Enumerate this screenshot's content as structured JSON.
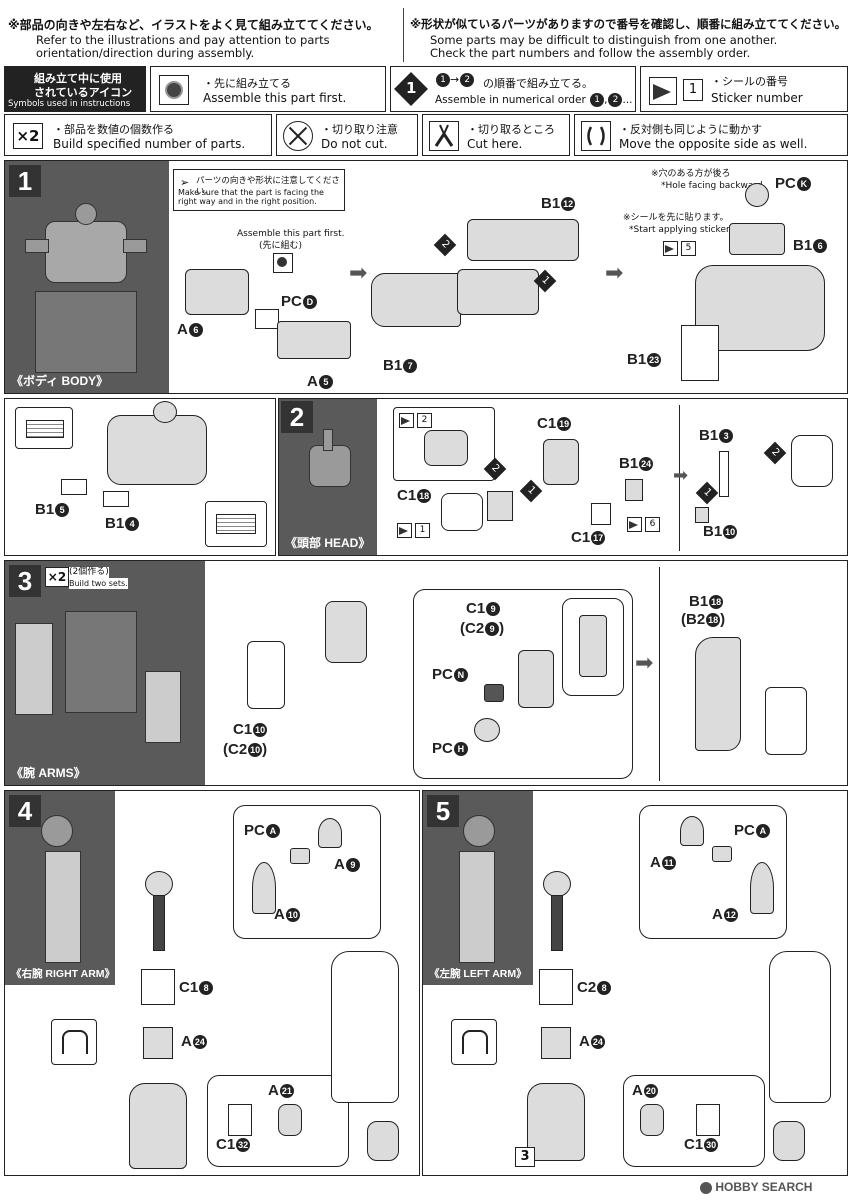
{
  "header": {
    "left_jp": "※部品の向きや左右など、イラストをよく見て組み立ててください。",
    "left_en1": "Refer to the illustrations and pay attention to parts",
    "left_en2": "orientation/direction during assembly.",
    "right_jp": "※形状が似ているパーツがありますので番号を確認し、順番に組み立ててください。",
    "right_en1": "Some parts may be difficult to distinguish from one another.",
    "right_en2": "Check the part numbers and follow the assembly order."
  },
  "symbols": {
    "title_jp1": "組み立て中に使用",
    "title_jp2": "されているアイコン",
    "title_en": "Symbols used in instructions",
    "first_jp": "・先に組み立てる",
    "first_en": "Assemble this part first.",
    "order_jp": "の順番で組み立てる。",
    "order_en": "Assemble in numerical order",
    "order_n1": "1",
    "order_n2": "2",
    "sticker_num": "1",
    "sticker_jp": "・シールの番号",
    "sticker_en": "Sticker number",
    "x2_label": "×2",
    "x2_jp": "・部品を数値の個数作る",
    "x2_en": "Build specified number of parts.",
    "nocut_jp": "・切り取り注意",
    "nocut_en": "Do not cut.",
    "cut_jp": "・切り取るところ",
    "cut_en": "Cut here.",
    "opp_jp": "・反対側も同じように動かす",
    "opp_en": "Move the opposite side as well."
  },
  "step1": {
    "num": "1",
    "caption": "《ボディ BODY》",
    "note_jp": "パーツの向きや形状に注意してください。",
    "note_en": "Make sure that the part is facing the right way and in the right position.",
    "first_en": "Assemble this part first.",
    "first_jp": "(先に組む)",
    "hole_jp": "※穴のある方が後ろ",
    "hole_en": "*Hole facing backward",
    "sticker_jp": "※シールを先に貼ります。",
    "sticker_en": "*Start applying stickers first.",
    "sticker_num": "5",
    "labels": {
      "pcd": "PC",
      "pcd_n": "D",
      "a6": "A",
      "a6_n": "6",
      "a5": "A",
      "a5_n": "5",
      "b12": "B1",
      "b12_n": "12",
      "b17": "B1",
      "b17_n": "7",
      "pck": "PC",
      "pck_n": "K",
      "b16": "B1",
      "b16_n": "6",
      "b123": "B1",
      "b123_n": "23"
    },
    "order1": "1",
    "order2": "2"
  },
  "step1b": {
    "labels": {
      "b15": "B1",
      "b15_n": "5",
      "b14": "B1",
      "b14_n": "4"
    }
  },
  "step2": {
    "num": "2",
    "caption": "《頭部 HEAD》",
    "labels": {
      "c19": "C1",
      "c19_n": "19",
      "c18": "C1",
      "c18_n": "18",
      "b124": "B1",
      "b124_n": "24",
      "c17": "C1",
      "c17_n": "17",
      "b13": "B1",
      "b13_n": "3",
      "b10": "B1",
      "b10_n": "10"
    },
    "stickers": [
      "2",
      "1",
      "6"
    ],
    "order1": "1",
    "order2": "2"
  },
  "step3": {
    "num": "3",
    "x2_label": "×2",
    "x2_jp": "(2個作る)",
    "x2_en": "Build two sets.",
    "caption": "《腕 ARMS》",
    "labels": {
      "c19": "C1",
      "c19_n": "9",
      "c29": "(C2",
      "c29_n": "9",
      "c29_close": ")",
      "pcn": "PC",
      "pcn_n": "N",
      "pch": "PC",
      "pch_n": "H",
      "c110": "C1",
      "c110_n": "10",
      "c210": "(C2",
      "c210_n": "10",
      "c210_close": ")",
      "b118": "B1",
      "b118_n": "18",
      "b218": "(B2",
      "b218_n": "18",
      "b218_close": ")"
    }
  },
  "step4": {
    "num": "4",
    "caption": "《右腕 RIGHT ARM》",
    "labels": {
      "pca": "PC",
      "pca_n": "A",
      "a9": "A",
      "a9_n": "9",
      "a10": "A",
      "a10_n": "10",
      "c18": "C1",
      "c18_n": "8",
      "a24": "A",
      "a24_n": "24",
      "a21": "A",
      "a21_n": "21",
      "c132": "C1",
      "c132_n": "32"
    }
  },
  "step5": {
    "num": "5",
    "caption": "《左腕 LEFT ARM》",
    "labels": {
      "pca": "PC",
      "pca_n": "A",
      "a11": "A",
      "a11_n": "11",
      "a12": "A",
      "a12_n": "12",
      "c28": "C2",
      "c28_n": "8",
      "a24": "A",
      "a24_n": "24",
      "a20": "A",
      "a20_n": "20",
      "c130": "C1",
      "c130_n": "30"
    },
    "sticker_num": "3"
  },
  "watermark": "HOBBY SEARCH"
}
